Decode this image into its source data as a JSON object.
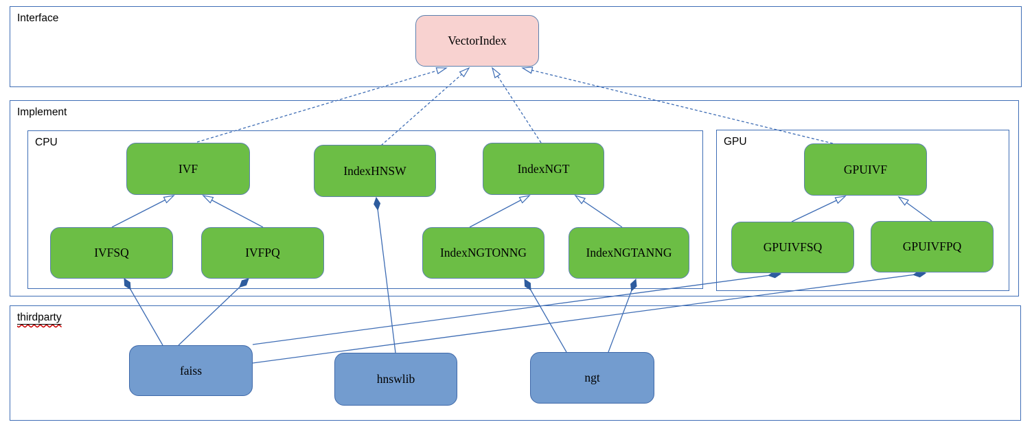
{
  "diagram": {
    "containers": {
      "interface": {
        "label": "Interface"
      },
      "implement": {
        "label": "Implement"
      },
      "cpu": {
        "label": "CPU"
      },
      "gpu": {
        "label": "GPU"
      },
      "thirdparty": {
        "label": "thirdparty",
        "spellcheck_squiggle": true
      }
    },
    "nodes": {
      "vectorindex": {
        "label": "VectorIndex",
        "kind": "interface",
        "container": "interface"
      },
      "ivf": {
        "label": "IVF",
        "kind": "class",
        "container": "cpu"
      },
      "indexhnsw": {
        "label": "IndexHNSW",
        "kind": "class",
        "container": "cpu"
      },
      "indexngt": {
        "label": "IndexNGT",
        "kind": "class",
        "container": "cpu"
      },
      "ivfsq": {
        "label": "IVFSQ",
        "kind": "class",
        "container": "cpu"
      },
      "ivfpq": {
        "label": "IVFPQ",
        "kind": "class",
        "container": "cpu"
      },
      "indexngtonng": {
        "label": "IndexNGTONNG",
        "kind": "class",
        "container": "cpu"
      },
      "indexngtanng": {
        "label": "IndexNGTANNG",
        "kind": "class",
        "container": "cpu"
      },
      "gpuivf": {
        "label": "GPUIVF",
        "kind": "class",
        "container": "gpu"
      },
      "gpuivfsq": {
        "label": "GPUIVFSQ",
        "kind": "class",
        "container": "gpu"
      },
      "gpuivfpq": {
        "label": "GPUIVFPQ",
        "kind": "class",
        "container": "gpu"
      },
      "faiss": {
        "label": "faiss",
        "kind": "library",
        "container": "thirdparty"
      },
      "hnswlib": {
        "label": "hnswlib",
        "kind": "library",
        "container": "thirdparty"
      },
      "ngt": {
        "label": "ngt",
        "kind": "library",
        "container": "thirdparty"
      }
    },
    "edges": [
      {
        "from": "ivf",
        "to": "vectorindex",
        "type": "realization",
        "style": "dashed-hollow-arrow"
      },
      {
        "from": "indexhnsw",
        "to": "vectorindex",
        "type": "realization",
        "style": "dashed-hollow-arrow"
      },
      {
        "from": "indexngt",
        "to": "vectorindex",
        "type": "realization",
        "style": "dashed-hollow-arrow"
      },
      {
        "from": "gpuivf",
        "to": "vectorindex",
        "type": "realization",
        "style": "dashed-hollow-arrow"
      },
      {
        "from": "ivfsq",
        "to": "ivf",
        "type": "generalization",
        "style": "solid-hollow-arrow"
      },
      {
        "from": "ivfpq",
        "to": "ivf",
        "type": "generalization",
        "style": "solid-hollow-arrow"
      },
      {
        "from": "indexngtonng",
        "to": "indexngt",
        "type": "generalization",
        "style": "solid-hollow-arrow"
      },
      {
        "from": "indexngtanng",
        "to": "indexngt",
        "type": "generalization",
        "style": "solid-hollow-arrow"
      },
      {
        "from": "gpuivfsq",
        "to": "gpuivf",
        "type": "generalization",
        "style": "solid-hollow-arrow"
      },
      {
        "from": "gpuivfpq",
        "to": "gpuivf",
        "type": "generalization",
        "style": "solid-hollow-arrow"
      },
      {
        "from": "faiss",
        "to": "ivfsq",
        "type": "composition",
        "style": "solid-filled-diamond"
      },
      {
        "from": "faiss",
        "to": "ivfpq",
        "type": "composition",
        "style": "solid-filled-diamond"
      },
      {
        "from": "faiss",
        "to": "gpuivfsq",
        "type": "composition",
        "style": "solid-filled-diamond"
      },
      {
        "from": "faiss",
        "to": "gpuivfpq",
        "type": "composition",
        "style": "solid-filled-diamond"
      },
      {
        "from": "hnswlib",
        "to": "indexhnsw",
        "type": "composition",
        "style": "solid-filled-diamond"
      },
      {
        "from": "ngt",
        "to": "indexngtonng",
        "type": "composition",
        "style": "solid-filled-diamond"
      },
      {
        "from": "ngt",
        "to": "indexngtanng",
        "type": "composition",
        "style": "solid-filled-diamond"
      }
    ],
    "colors": {
      "class_fill": "#6CBE45",
      "class_border": "#5C80AE",
      "interface_fill": "#F8D2D0",
      "library_fill": "#739CCF",
      "library_border": "#3E68A9",
      "connector": "#3D6CB4",
      "container_border": "#3E6DB5",
      "diamond_fill": "#2E5C9E",
      "squiggle": "#CC0000",
      "text": "#000000",
      "background": "#FFFFFF"
    }
  }
}
